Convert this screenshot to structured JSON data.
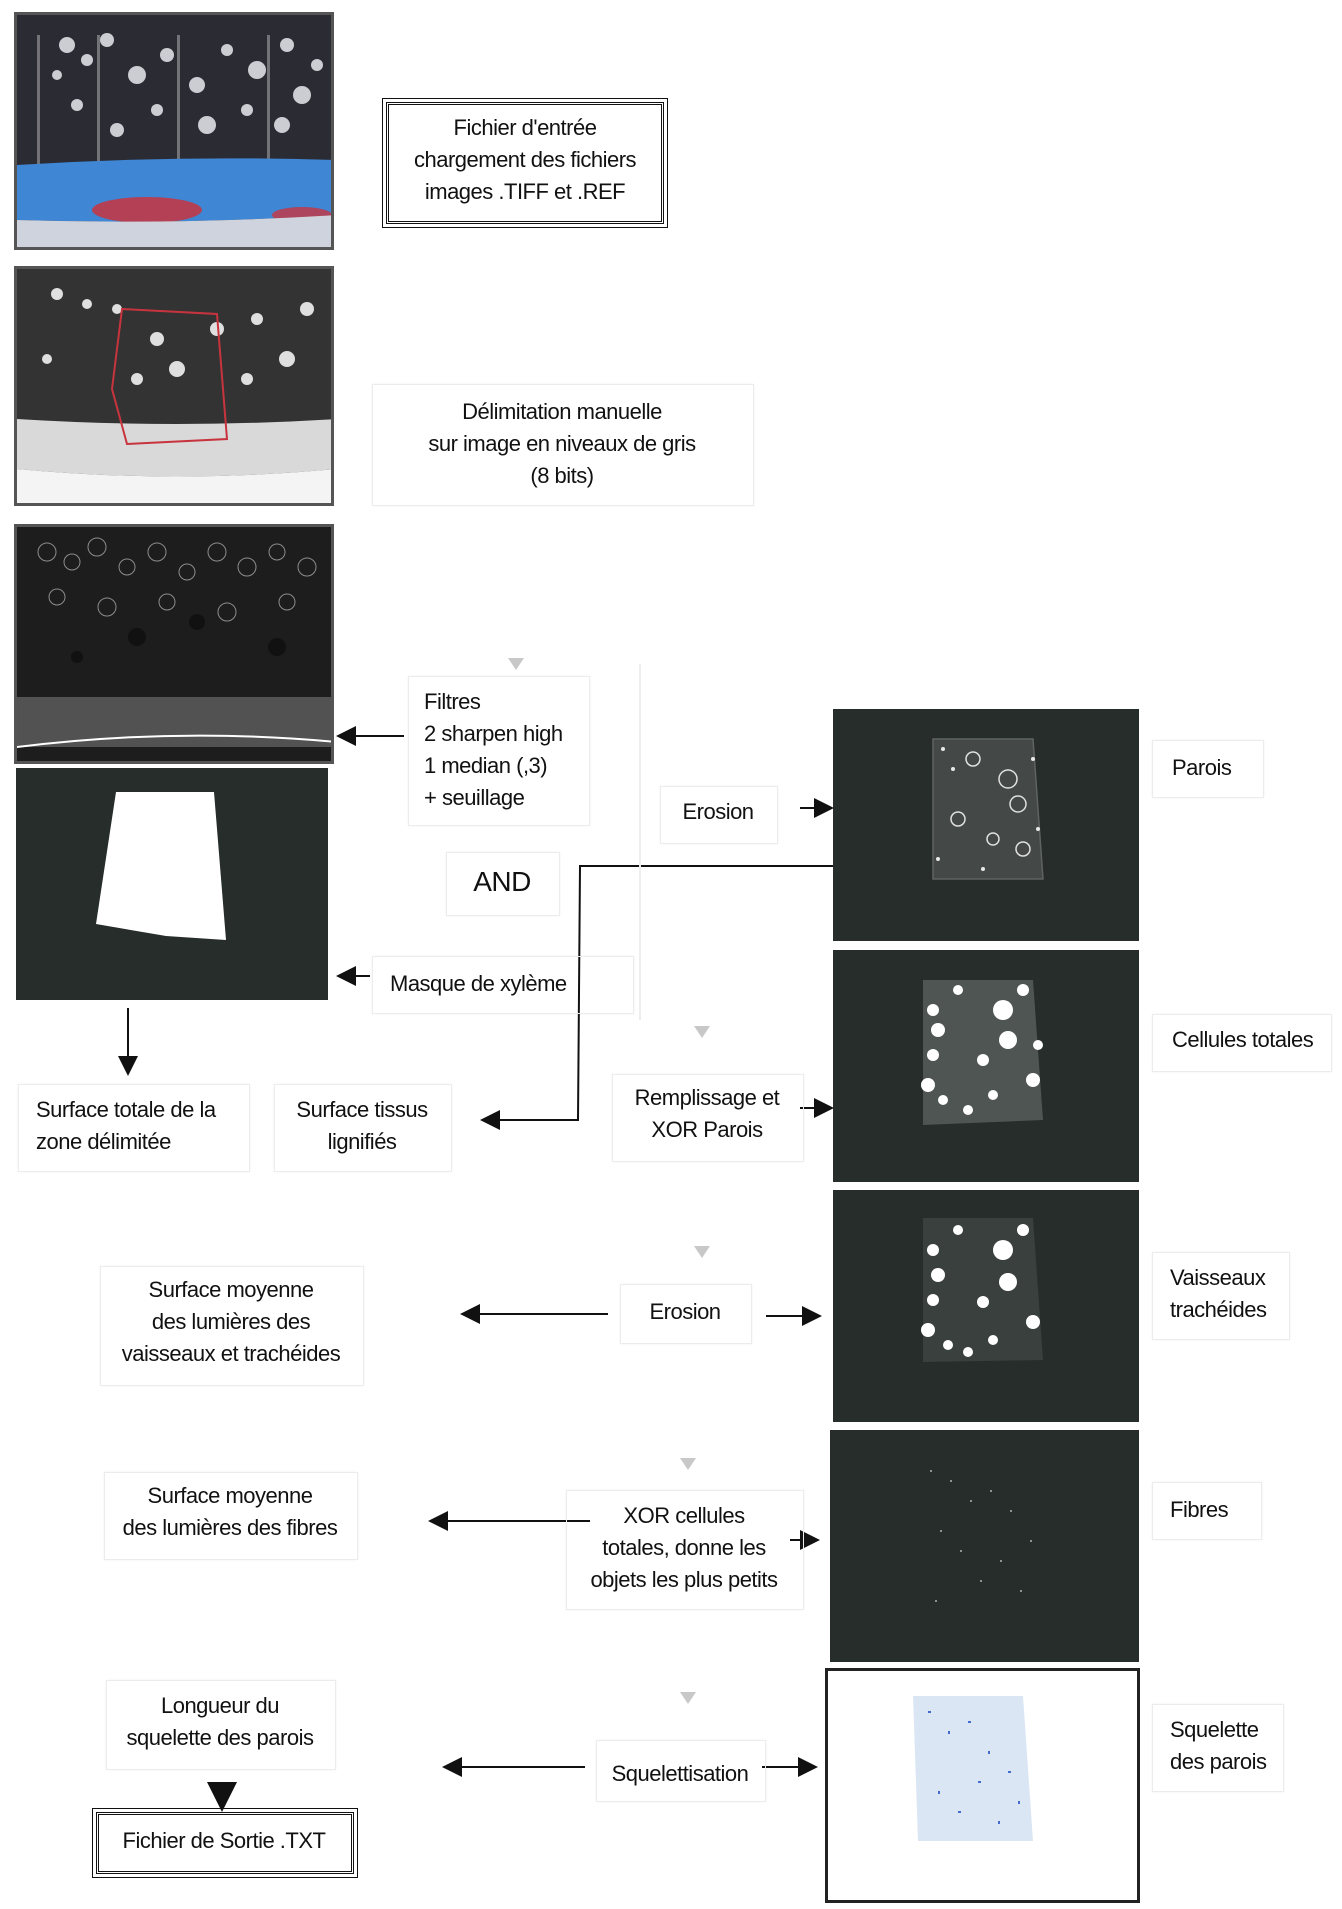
{
  "boxes": {
    "input_file": "Fichier d'entrée\nchargement des fichiers\nimages .TIFF et .REF",
    "manual_delimitation": "Délimitation manuelle\nsur image en niveaux de gris\n(8 bits)",
    "filters": "Filtres\n2 sharpen high\n1 median (,3)\n+ seuillage",
    "and_op": "AND",
    "xylem_mask": "Masque de xylème",
    "erosion_1": "Erosion",
    "fill_xor": "Remplissage et\nXOR Parois",
    "erosion_2": "Erosion",
    "xor_cells": "XOR cellules\ntotales, donne les\nobjets les plus petits",
    "skeletonization": "Squelettisation",
    "total_surface": "Surface totale de la\nzone délimitée",
    "lignified_surface": "Surface tissus\nlignifiés",
    "mean_vessels": "Surface moyenne\ndes lumières des\nvaisseaux et trachéides",
    "mean_fibres": "Surface moyenne\ndes lumières des fibres",
    "skeleton_length": "Longueur du\nsquelette des parois",
    "output_file": "Fichier de Sortie .TXT"
  },
  "image_labels": {
    "walls": "Parois",
    "total_cells": "Cellules totales",
    "vessels": "Vaisseaux\ntrachéides",
    "fibres": "Fibres",
    "skeleton": "Squelette\ndes parois"
  },
  "colors": {
    "dark_panel": "#262d2a",
    "stain_blue": "#3f86d4",
    "stain_red": "#c8343e",
    "skeleton_blue": "#2a56c8"
  }
}
